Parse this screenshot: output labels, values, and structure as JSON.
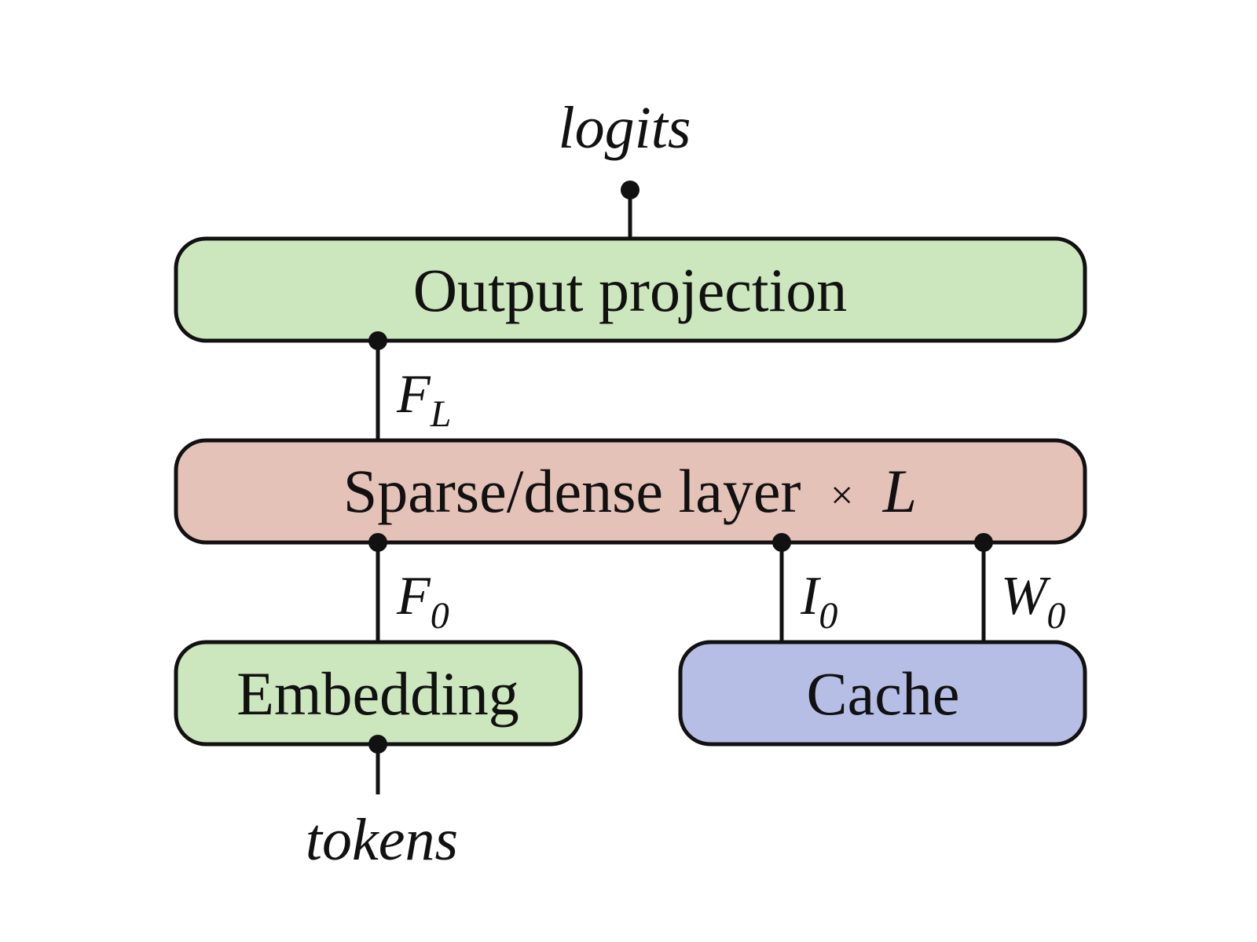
{
  "colors": {
    "output_projection": "#cce6bd",
    "sparse_dense_layer": "#e5c2b8",
    "embedding": "#cce6bd",
    "cache": "#b7bee6",
    "stroke": "#111111"
  },
  "nodes": {
    "output_projection": "Output projection",
    "sparse_dense_layer": "Sparse/dense layer",
    "sparse_dense_times": "×",
    "sparse_dense_L": "L",
    "embedding": "Embedding",
    "cache": "Cache"
  },
  "io": {
    "logits": "logits",
    "tokens": "tokens"
  },
  "edges": {
    "F_L": {
      "main": "F",
      "sub": "L"
    },
    "F_0": {
      "main": "F",
      "sub": "0"
    },
    "I_0": {
      "main": "I",
      "sub": "0"
    },
    "W_0": {
      "main": "W",
      "sub": "0"
    }
  }
}
